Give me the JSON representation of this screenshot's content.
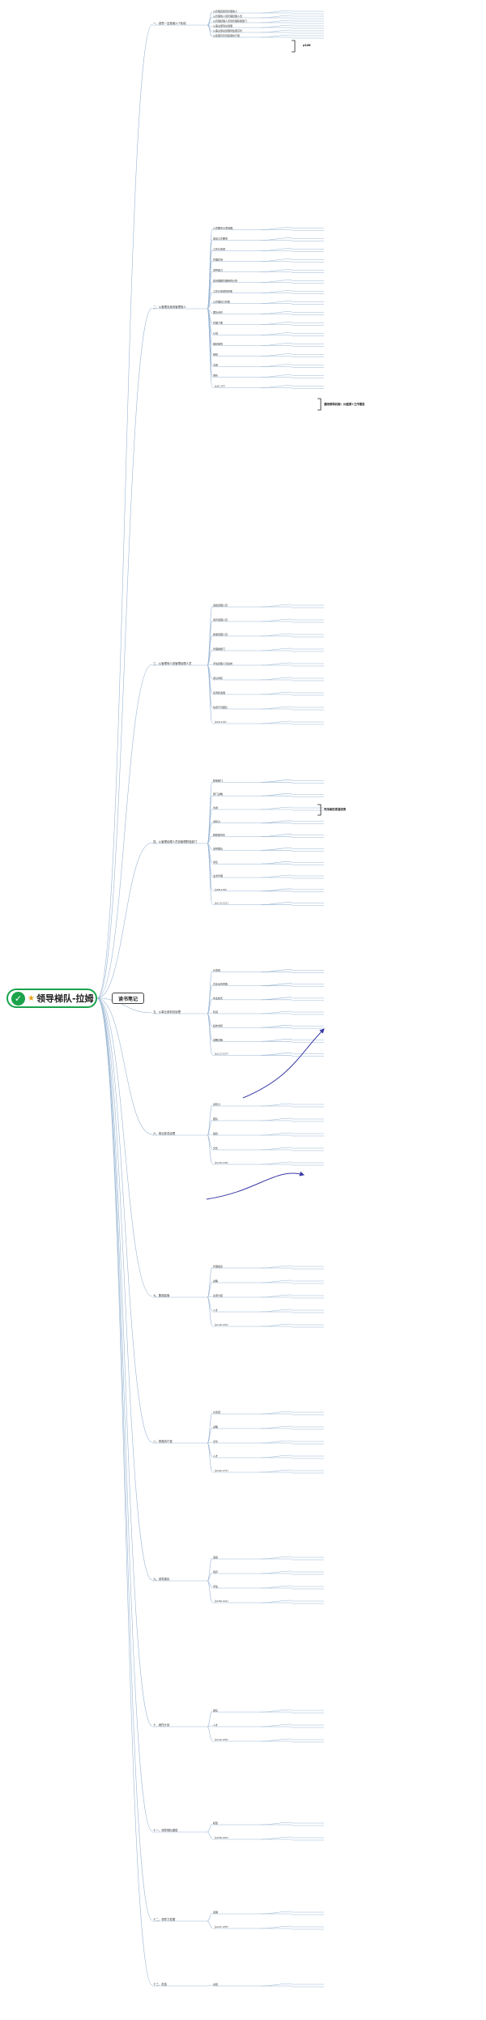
{
  "root": {
    "title": "领导梯队-拉姆",
    "icon": "✓",
    "star_icon": "star-icon"
  },
  "notes_label": "读书笔记",
  "highlights": {
    "h1": "p108",
    "h2": "通用领导机制：价值观+工作理念",
    "h3": "可持续的发展优势"
  },
  "colors": {
    "accent": "#1aa34a",
    "line": "#9bb7d4",
    "arrow": "#3a3aa8"
  },
  "branches": [
    {
      "label": "一、领导一至首席六个阶段",
      "children": [
        "从管理自我到管理他人",
        "从管理他人到管理经理人员",
        "从管理经理人员到管理职能部门",
        "从事业部到总经理",
        "从事业部总经理到集团高管",
        "从集团高管到首席执行官"
      ]
    },
    {
      "label": "二、从管理自我到管理他人",
      "children": [
        "公司期望大家经理，",
        "适应工作要求",
        "工作价值观",
        "管理时间",
        "领导能力",
        "如何理解管理者的价值",
        "工作价值观的转变",
        "从管理员工转变",
        "团队合作",
        "管理下属",
        "计划",
        "组织结构",
        "授权",
        "沟通",
        "委托",
        "（p91-97）"
      ]
    },
    {
      "label": "三、从管理他人到管理经理人员",
      "children": [
        "选拔经理人员",
        "培养经理人员",
        "衡量经理人员",
        "管理跨部门",
        "评估经理人员绩效",
        "通过考核",
        "任用和发展",
        "协调不同团队",
        "（p94-101）"
      ]
    },
    {
      "label": "四、从管理经理人员到管理职能部门",
      "children": [
        "职能部门",
        "部门战略",
        "沟通",
        "领导力",
        "跨职能协作",
        "领导团队",
        "责任",
        "业务管理",
        "（p88-109）",
        "（p110-121）"
      ]
    },
    {
      "label": "五、从事业部到总经理",
      "children": [
        "价值观",
        "对企业的视角",
        "商业模式",
        "利润",
        "绩效考核",
        "战略决策",
        "（p113-127）"
      ]
    },
    {
      "label": "六、事业部总经理",
      "children": [
        "领导力",
        "团队",
        "组织",
        "文化",
        "（p129-136）"
      ]
    },
    {
      "label": "七、集团高管",
      "children": [
        "管理组合",
        "战略",
        "资源分配",
        "人才",
        "（p140-152）"
      ]
    },
    {
      "label": "八、首席执行官",
      "children": [
        "价值观",
        "战略",
        "文化",
        "人才",
        "（p162-175）"
      ]
    },
    {
      "label": "九、领导梯队",
      "children": [
        "选拔",
        "培养",
        "评估",
        "（p180-191）"
      ]
    },
    {
      "label": "十、继任计划",
      "children": [
        "继任",
        "人才",
        "（p192-205）"
      ]
    },
    {
      "label": "十一、领导梯队模型",
      "children": [
        "模型",
        "（p206-220）"
      ]
    },
    {
      "label": "十二、领导力发展",
      "children": [
        "发展",
        "（p221-235）"
      ]
    },
    {
      "label": "十三、总结",
      "children": [
        "总结"
      ]
    }
  ]
}
